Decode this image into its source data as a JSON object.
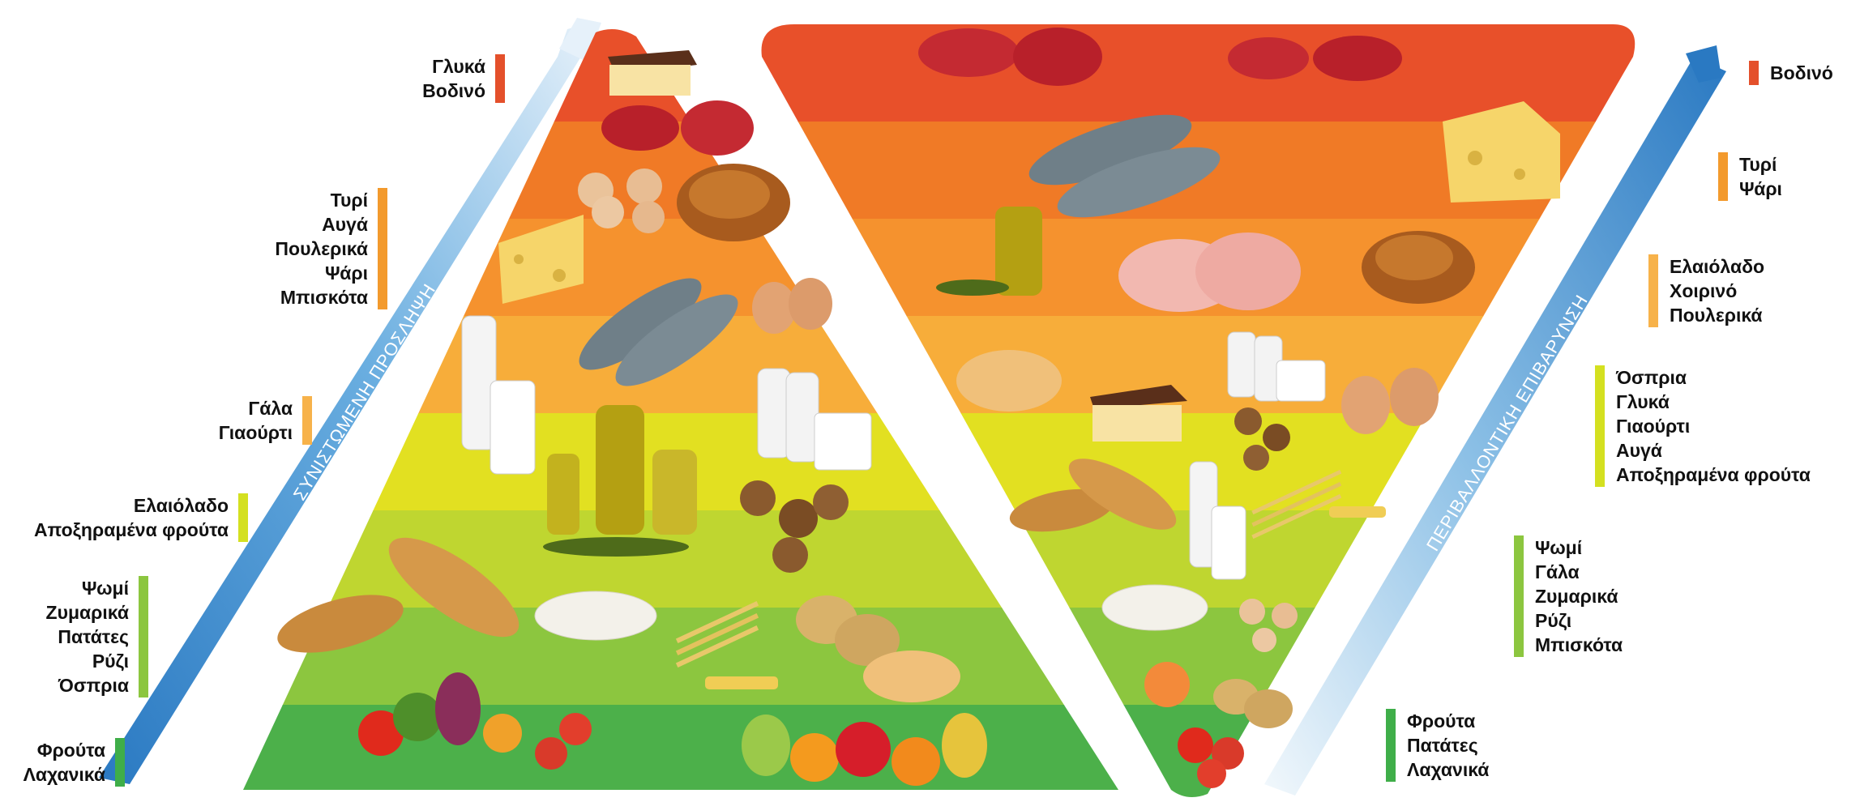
{
  "arrows": {
    "left": {
      "label": "ΣΥΝΙΣΤΩΜΕΝΗ ΠΡΟΣΛΗΨΗ"
    },
    "right": {
      "label": "ΠΕΡΙΒΑΛΛΟΝΤΙΚΗ ΕΠΙΒΑΡΥΝΣΗ"
    }
  },
  "left_labels": [
    {
      "items": [
        "Γλυκά",
        "Βοδινό"
      ],
      "color": "#e4502b"
    },
    {
      "items": [
        "Τυρί",
        "Αυγά",
        "Πουλερικά",
        "Ψάρι",
        "Μπισκότα"
      ],
      "color": "#f39a2d"
    },
    {
      "items": [
        "Γάλα",
        "Γιαούρτι"
      ],
      "color": "#f7b24a"
    },
    {
      "items": [
        "Ελαιόλαδο",
        "Αποξηραμένα φρούτα"
      ],
      "color": "#d4e020"
    },
    {
      "items": [
        "Ψωμί",
        "Ζυμαρικά",
        "Πατάτες",
        "Ρύζι",
        "Όσπρια"
      ],
      "color": "#8cc63f"
    },
    {
      "items": [
        "Φρούτα",
        "Λαχανικά"
      ],
      "color": "#3fae49"
    }
  ],
  "right_labels": [
    {
      "items": [
        "Βοδινό"
      ],
      "color": "#e4502b"
    },
    {
      "items": [
        "Τυρί",
        "Ψάρι"
      ],
      "color": "#f39a2d"
    },
    {
      "items": [
        "Ελαιόλαδο",
        "Χοιρινό",
        "Πουλερικά"
      ],
      "color": "#f7b24a"
    },
    {
      "items": [
        "Όσπρια",
        "Γλυκά",
        "Γιαούρτι",
        "Αυγά",
        "Αποξηραμένα φρούτα"
      ],
      "color": "#d4e020"
    },
    {
      "items": [
        "Ψωμί",
        "Γάλα",
        "Ζυμαρικά",
        "Ρύζι",
        "Μπισκότα"
      ],
      "color": "#8cc63f"
    },
    {
      "items": [
        "Φρούτα",
        "Πατάτες",
        "Λαχανικά"
      ],
      "color": "#3fae49"
    }
  ],
  "band_colors": [
    "#e8502a",
    "#f07a26",
    "#f5922e",
    "#f7ad3a",
    "#e2e021",
    "#bfd630",
    "#8cc63f",
    "#4cb04a"
  ],
  "food_icons": [
    "cake-icon",
    "beef-icon",
    "cookie-icon",
    "chicken-icon",
    "cheese-icon",
    "fish-icon",
    "egg-icon",
    "milk-icon",
    "yogurt-icon",
    "olive-oil-icon",
    "hazelnut-icon",
    "bread-icon",
    "rice-icon",
    "pasta-icon",
    "potato-icon",
    "chickpea-icon",
    "vegetables-icon",
    "fruit-icon",
    "pork-icon"
  ]
}
